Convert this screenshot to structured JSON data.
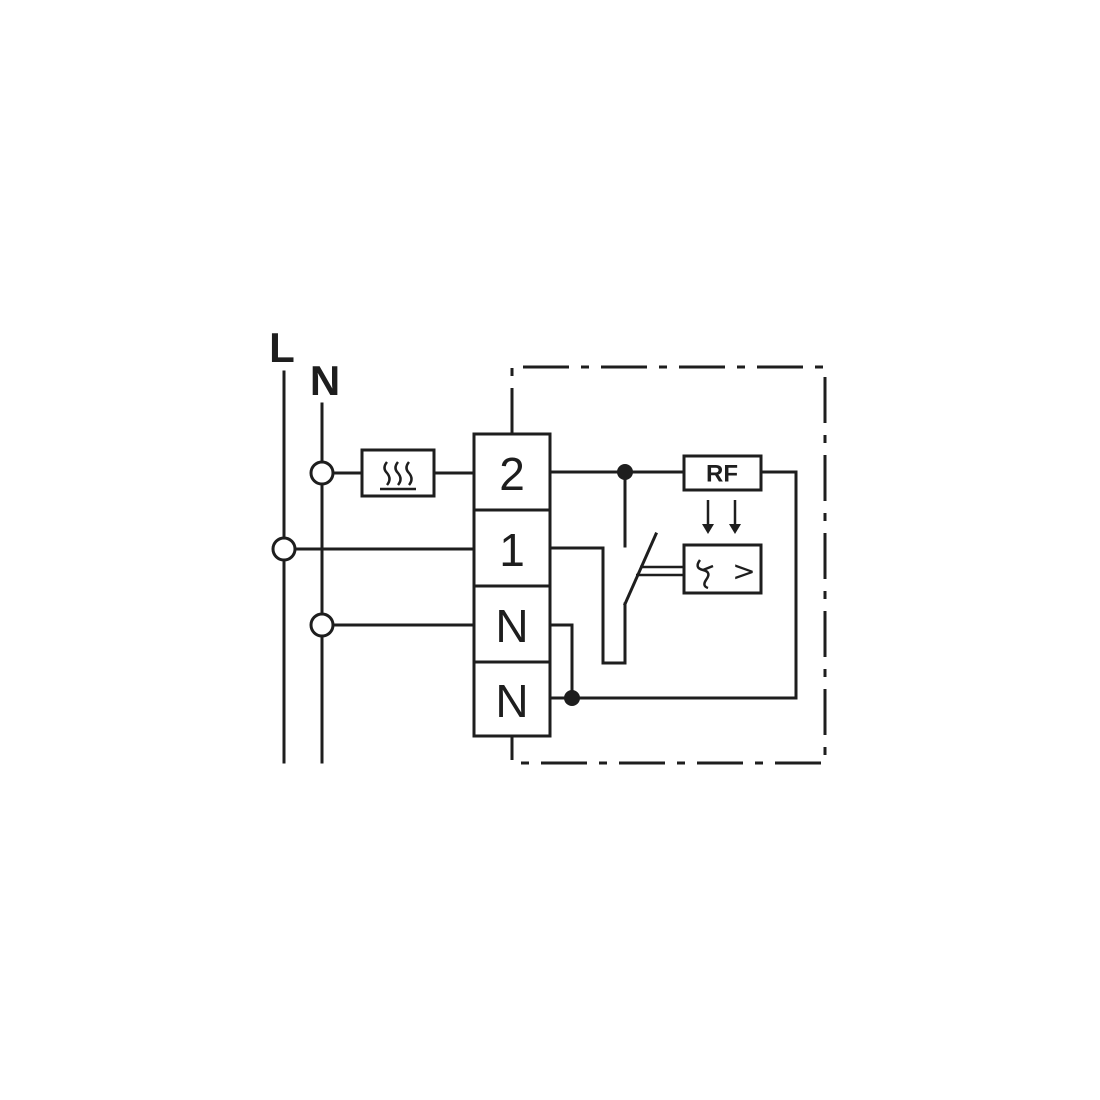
{
  "supply": {
    "line_label": "L",
    "neutral_label": "N"
  },
  "terminals": [
    {
      "label": "2"
    },
    {
      "label": "1"
    },
    {
      "label": "N"
    },
    {
      "label": "N"
    }
  ],
  "rf_box": {
    "label": "RF"
  },
  "sensor_box": {
    "comparator_symbol": ">"
  },
  "icons": {
    "heater": "heater-icon",
    "temperature_sensor": "thermometer-symbol-icon",
    "arrows": "down-arrow-icon"
  }
}
